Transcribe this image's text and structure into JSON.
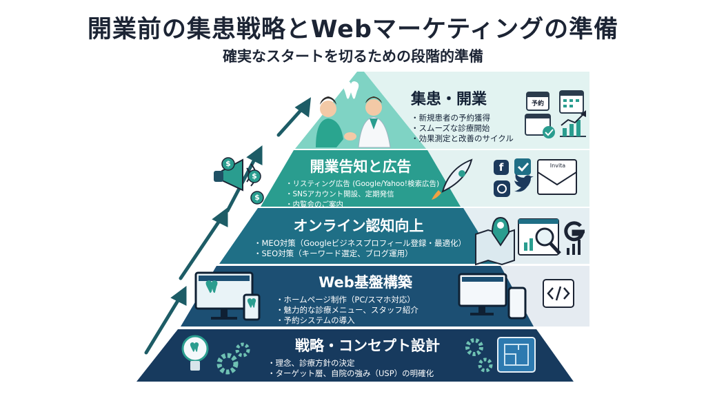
{
  "title": "開業前の集患戦略とWebマーケティングの準備",
  "subtitle": "確実なスタートを切るための段階的準備",
  "tiers": [
    {
      "heading": "集患・開業",
      "items": [
        "新規患者の予約獲得",
        "スムーズな診療開始",
        "効果測定と改善のサイクル"
      ],
      "color": "#7fd3c4"
    },
    {
      "heading": "開業告知と広告",
      "items": [
        "リスティング広告 (Google/Yahoo!検索広告)",
        "SNSアカウント開設、定期発信",
        "内覧会のご案内"
      ],
      "color": "#2a9d8f"
    },
    {
      "heading": "オンライン認知向上",
      "items": [
        "MEO対策（Googleビジネスプロフィール登録・最適化）",
        "SEO対策（キーワード選定、ブログ運用）"
      ],
      "color": "#1f6f86"
    },
    {
      "heading": "Web基盤構築",
      "items": [
        "ホームページ制作（PC/スマホ対応）",
        "魅力的な診療メニュー、スタッフ紹介",
        "予約システムの導入"
      ],
      "color": "#1c4f73"
    },
    {
      "heading": "戦略・コンセプト設計",
      "items": [
        "理念、診療方針の決定",
        "ターゲット層、自院の強み（USP）の明確化"
      ],
      "color": "#173a5e"
    }
  ],
  "icons": {
    "top_left": "doctor-patient-handshake",
    "top_right": [
      "calendar-reservation-icon",
      "calendar-check-icon",
      "growth-chart-icon"
    ],
    "tier2_left": "megaphone-icon",
    "tier2_right": [
      "rocket-icon",
      "facebook-icon",
      "check-icon",
      "instagram-icon",
      "twitter-icon",
      "invitation-mail-icon"
    ],
    "tier3_right": [
      "map-pin-icon",
      "search-analytics-icon",
      "google-icon"
    ],
    "tier4_left": "website-devices-icon",
    "tier4_right": [
      "responsive-devices-icon",
      "code-icon"
    ],
    "tier5_left": [
      "lightbulb-icon",
      "gear-icon"
    ],
    "tier5_right": [
      "gear-icon",
      "blueprint-icon"
    ]
  },
  "labels": {
    "calendar_badge": "予約",
    "mail_badge": "Invita"
  }
}
